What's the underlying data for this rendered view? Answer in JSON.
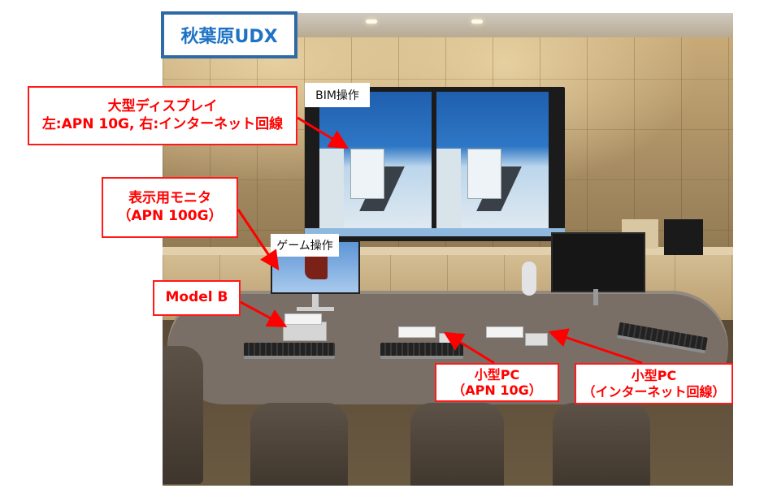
{
  "title": "秋葉原UDX",
  "colors": {
    "title_border": "#2e6aa5",
    "title_text": "#1f73c5",
    "callout_red": "#ff0000",
    "background": "#ffffff"
  },
  "photo": {
    "description": "Meeting room photo with large dual-screen display, monitors, mini PCs and keyboards on an oval table"
  },
  "callouts": [
    {
      "id": "large-display",
      "line1": "大型ディスプレイ",
      "line2": "左:APN 10G, 右:インターネット回線"
    },
    {
      "id": "display-monitor",
      "line1": "表示用モニタ",
      "line2": "（APN 100G）"
    },
    {
      "id": "model-b",
      "line1": "Model B",
      "line2": ""
    },
    {
      "id": "small-pc-apn",
      "line1": "小型PC",
      "line2": "（APN 10G）"
    },
    {
      "id": "small-pc-internet",
      "line1": "小型PC",
      "line2": "（インターネット回線）"
    }
  ],
  "screen_labels": {
    "bim": "BIM操作",
    "game": "ゲーム操作"
  }
}
